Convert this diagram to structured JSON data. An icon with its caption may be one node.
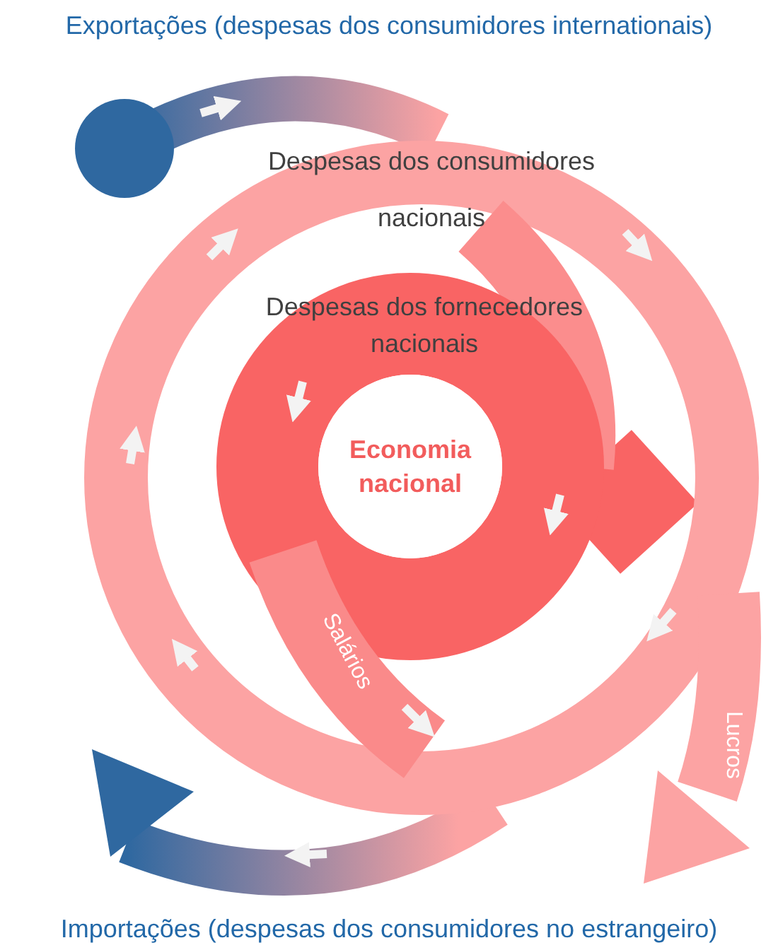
{
  "diagram": {
    "title": "Exportações (despesas dos consumidores internationais)",
    "caption": "Importações (despesas dos consumidores no estrangeiro)",
    "nodes": [
      {
        "text": [
          "Economia nacional"
        ]
      }
    ],
    "labels": [
      "Despesas dos consumidores nacionais",
      "Despesas dos fornecedores nacionais",
      "Salários",
      "Lucros"
    ]
  }
}
